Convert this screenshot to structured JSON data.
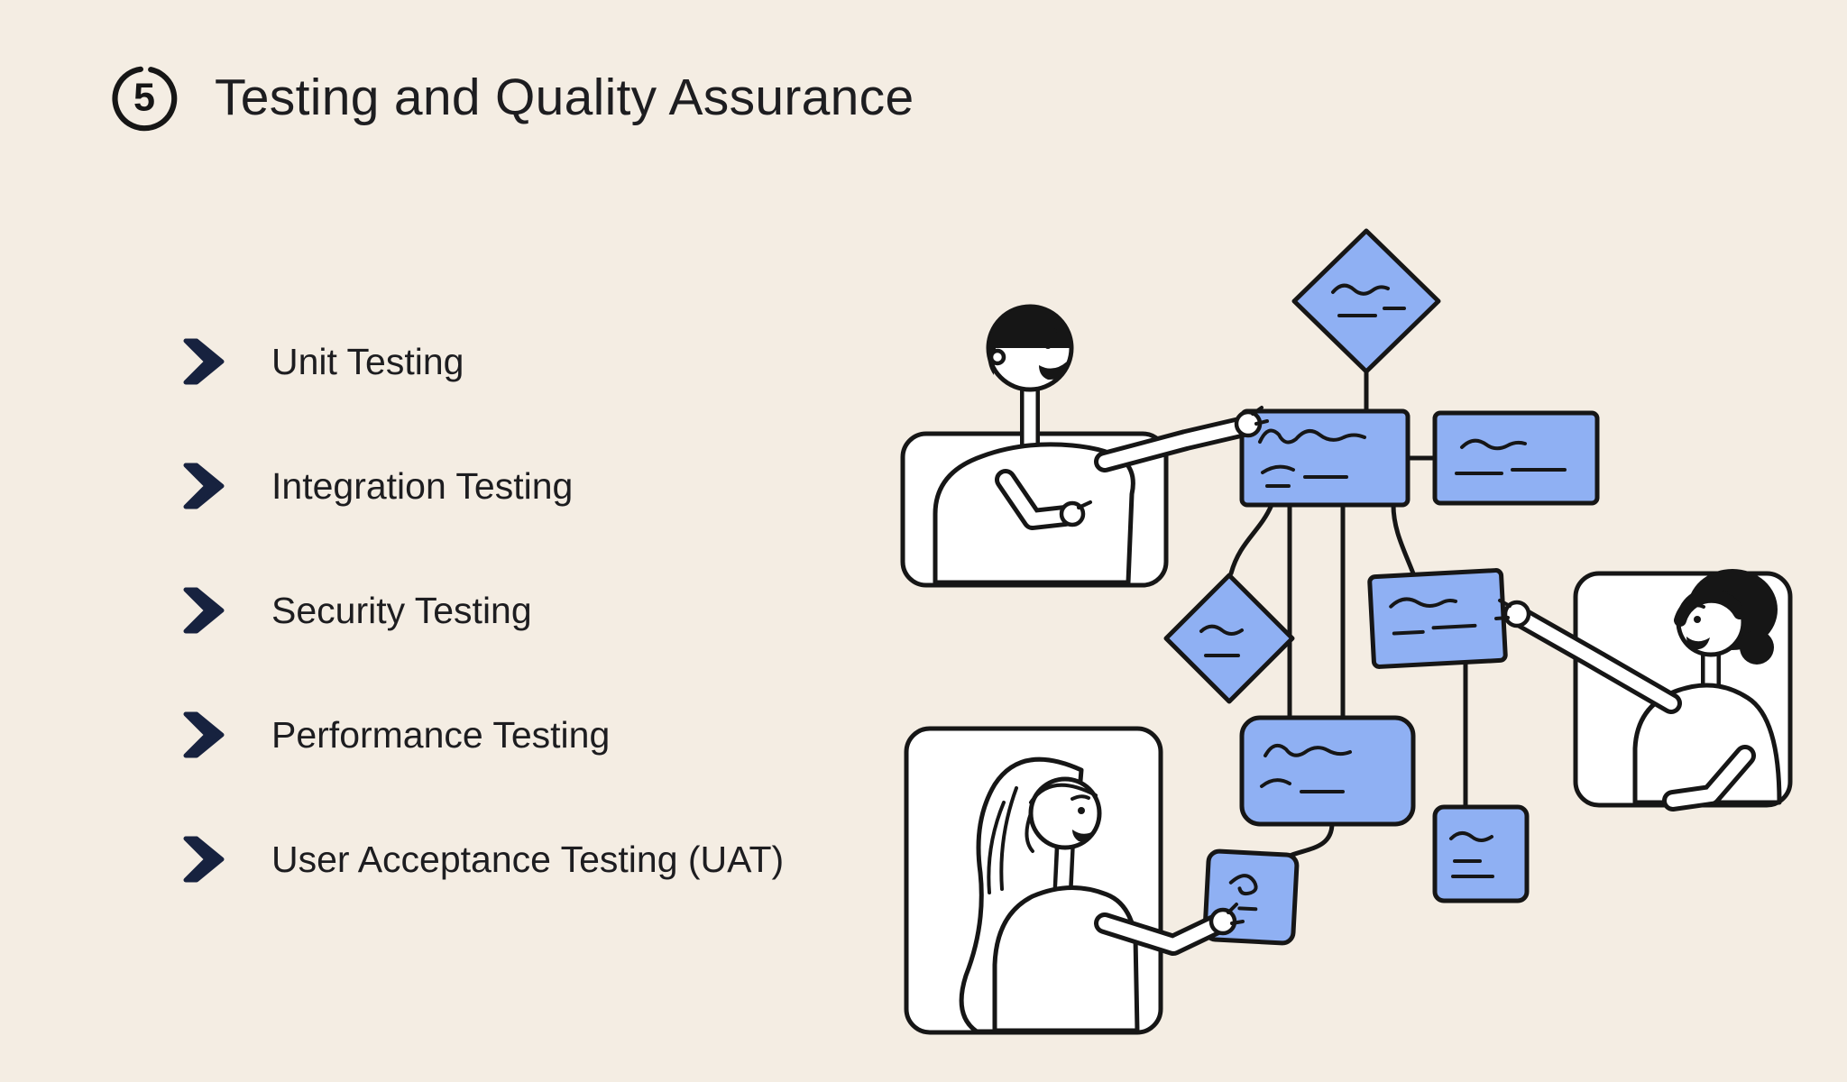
{
  "page": {
    "background_color": "#f4ede3",
    "text_color": "#1d1d20",
    "bullet_color": "#17223f",
    "node_fill_color": "#8fb0f3",
    "outline_color": "#161616"
  },
  "header": {
    "step_number": "5",
    "title": "Testing and Quality Assurance"
  },
  "list": {
    "items": [
      {
        "label": "Unit Testing"
      },
      {
        "label": "Integration Testing"
      },
      {
        "label": "Security Testing"
      },
      {
        "label": "Performance Testing"
      },
      {
        "label": "User Acceptance Testing (UAT)"
      }
    ]
  },
  "illustration": {
    "name": "team-arranging-flowchart-illustration",
    "people_count": 3,
    "node_shapes": [
      "diamond",
      "box",
      "box",
      "diamond",
      "rounded-box",
      "box",
      "box",
      "tablet-card"
    ]
  }
}
